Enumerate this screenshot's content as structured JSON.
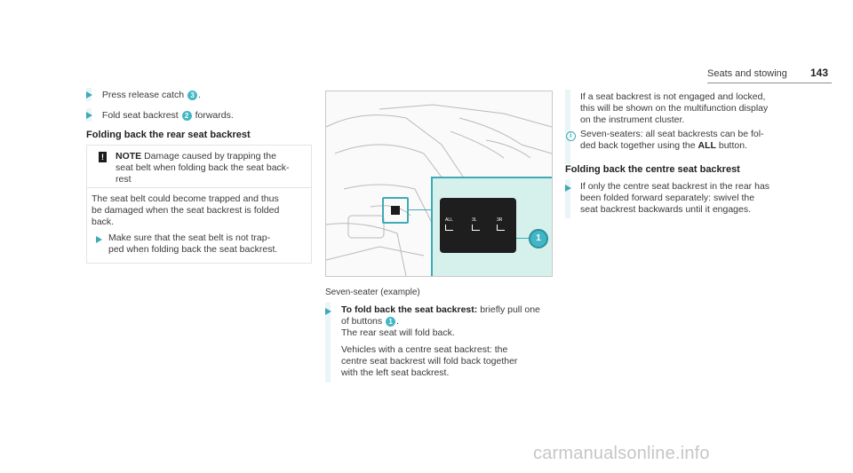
{
  "header": {
    "section_title": "Seats and stowing",
    "page_number": "143"
  },
  "col1": {
    "step1_text": "Press release catch",
    "step1_badge": "3",
    "step2_text": "Fold seat backrest",
    "step2_badge": "2",
    "step2_suffix": "forwards.",
    "heading": "Folding back the rear seat backrest",
    "note": {
      "icon": "!",
      "title": "NOTE",
      "line1": "Damage caused by trapping the",
      "line2": "seat belt when folding back the seat back-",
      "line3": "rest",
      "body1": "The seat belt could become trapped and thus",
      "body2": "be damaged when the seat backrest is folded",
      "body3": "back.",
      "step1": "Make sure that the seat belt is not trap-",
      "step2": "ped when folding back the seat backrest."
    }
  },
  "figure": {
    "caption": "Seven-seater (example)",
    "callout_badge": "1",
    "button_labels": [
      "ALL",
      "3L",
      "3R"
    ]
  },
  "col2": {
    "step_bold": "To fold back the seat backrest:",
    "step_text": "briefly pull one",
    "step_line2_pre": "of buttons",
    "step_badge": "1",
    "step_line3": "The rear seat will fold back.",
    "para1": "Vehicles with a centre seat backrest: the",
    "para2": "centre seat backrest will fold back together",
    "para3": "with the left seat backrest."
  },
  "col3": {
    "p1": "If a seat backrest is not engaged and locked,",
    "p2": "this will be shown on the multifunction display",
    "p3": "on the instrument cluster.",
    "info_icon": "i",
    "info1": "Seven-seaters: all seat backrests can be fol-",
    "info2_pre": "ded back together using the",
    "info2_bold": "ALL",
    "info2_post": "button.",
    "heading": "Folding back the centre seat backrest",
    "step1": "If only the centre seat backrest in the rear has",
    "step2": "been folded forward separately: swivel the",
    "step3": "seat backrest backwards until it engages."
  },
  "watermark": "carmanualsonline.info",
  "colors": {
    "accent": "#3fa9b7",
    "badge": "#41b7c5",
    "highlight": "#d6f1ec"
  }
}
